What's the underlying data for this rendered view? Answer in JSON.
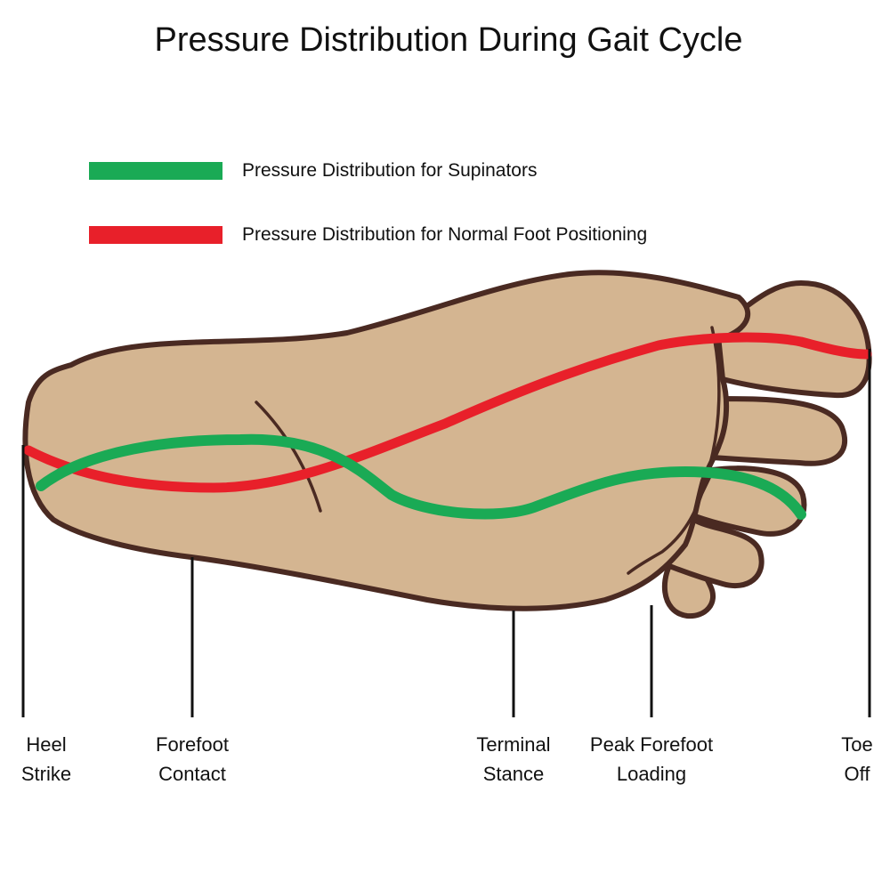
{
  "title": "Pressure Distribution During Gait Cycle",
  "legend": [
    {
      "label": "Pressure Distribution for Supinators",
      "color": "#1aaa55"
    },
    {
      "label": "Pressure Distribution for Normal Foot Positioning",
      "color": "#e8202a"
    }
  ],
  "colors": {
    "foot_fill": "#d4b591",
    "foot_outline": "#4a2a22",
    "marker_line": "#111111"
  },
  "phases": [
    {
      "line1": "Heel",
      "line2": "Strike"
    },
    {
      "line1": "Forefoot",
      "line2": "Contact"
    },
    {
      "line1": "Terminal",
      "line2": "Stance"
    },
    {
      "line1": "Peak Forefoot",
      "line2": "Loading"
    },
    {
      "line1": "Toe",
      "line2": "Off"
    }
  ]
}
